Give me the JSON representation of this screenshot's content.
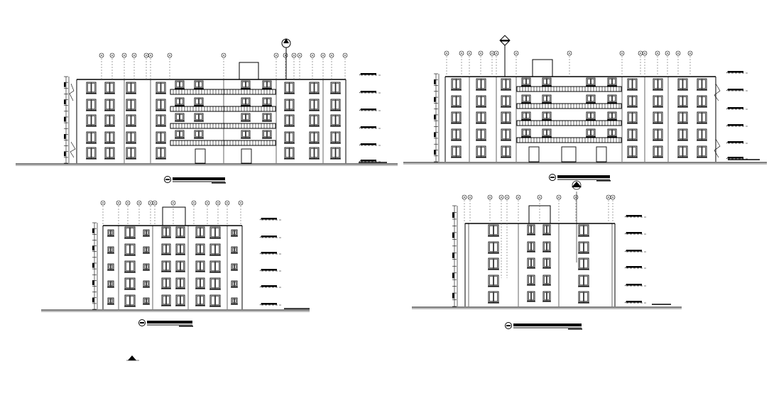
{
  "drawing": {
    "kind": "building elevation sheet",
    "line_color": "#000000",
    "background": "#ffffff",
    "views": [
      {
        "id": "front",
        "floors": 5
      },
      {
        "id": "rear",
        "floors": 5
      },
      {
        "id": "side-left",
        "floors": 5
      },
      {
        "id": "side-right",
        "floors": 5
      }
    ],
    "icons": [
      "north-arrow-icon",
      "level-marker-icon",
      "section-marker-icon"
    ]
  }
}
